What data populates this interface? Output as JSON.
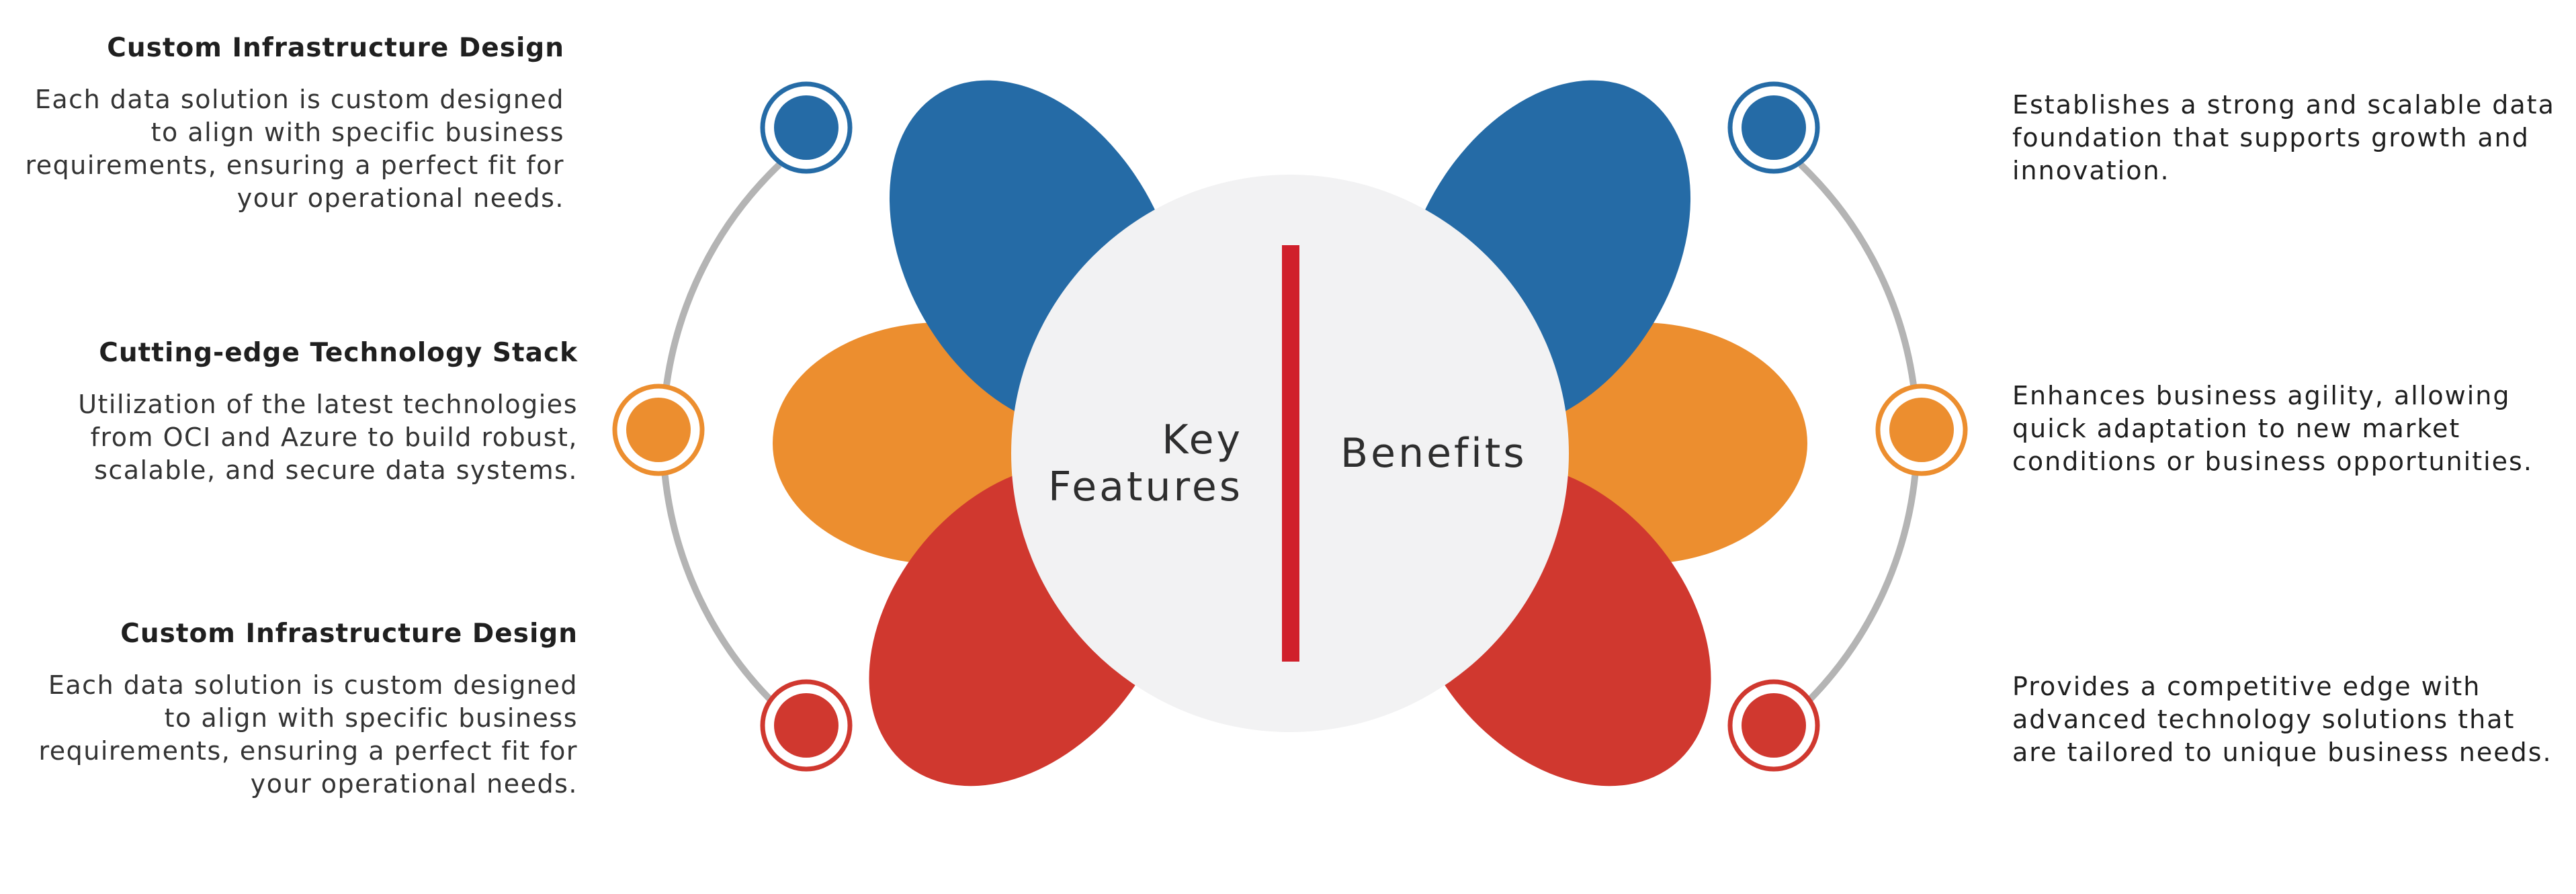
{
  "colors": {
    "blue": "#256ba6",
    "orange": "#ec8e2f",
    "red": "#d0382f",
    "center_fill": "#f2f2f3",
    "arc_gray": "#b4b4b4",
    "divider_red": "#d0202b"
  },
  "center": {
    "left_line1": "Key",
    "left_line2": "Features",
    "right_label": "Benefits"
  },
  "features": [
    {
      "title": "Custom Infrastructure Design",
      "description": "Each data solution is custom designed to align with specific business requirements, ensuring a perfect fit for your operational needs."
    },
    {
      "title": "Cutting-edge Technology Stack",
      "description": "Utilization of the latest technologies from OCI and Azure to build robust, scalable, and secure data systems."
    },
    {
      "title": "Custom Infrastructure Design",
      "description": "Each data solution is custom designed to align with specific business requirements, ensuring a perfect fit for your operational needs."
    }
  ],
  "benefits": [
    {
      "text": "Establishes a strong and scalable data foundation that supports growth and innovation."
    },
    {
      "text": "Enhances business agility, allowing quick adaptation to new market conditions or business opportunities."
    },
    {
      "text": "Provides a competitive edge with advanced technology solutions that are tailored to unique business needs."
    }
  ]
}
